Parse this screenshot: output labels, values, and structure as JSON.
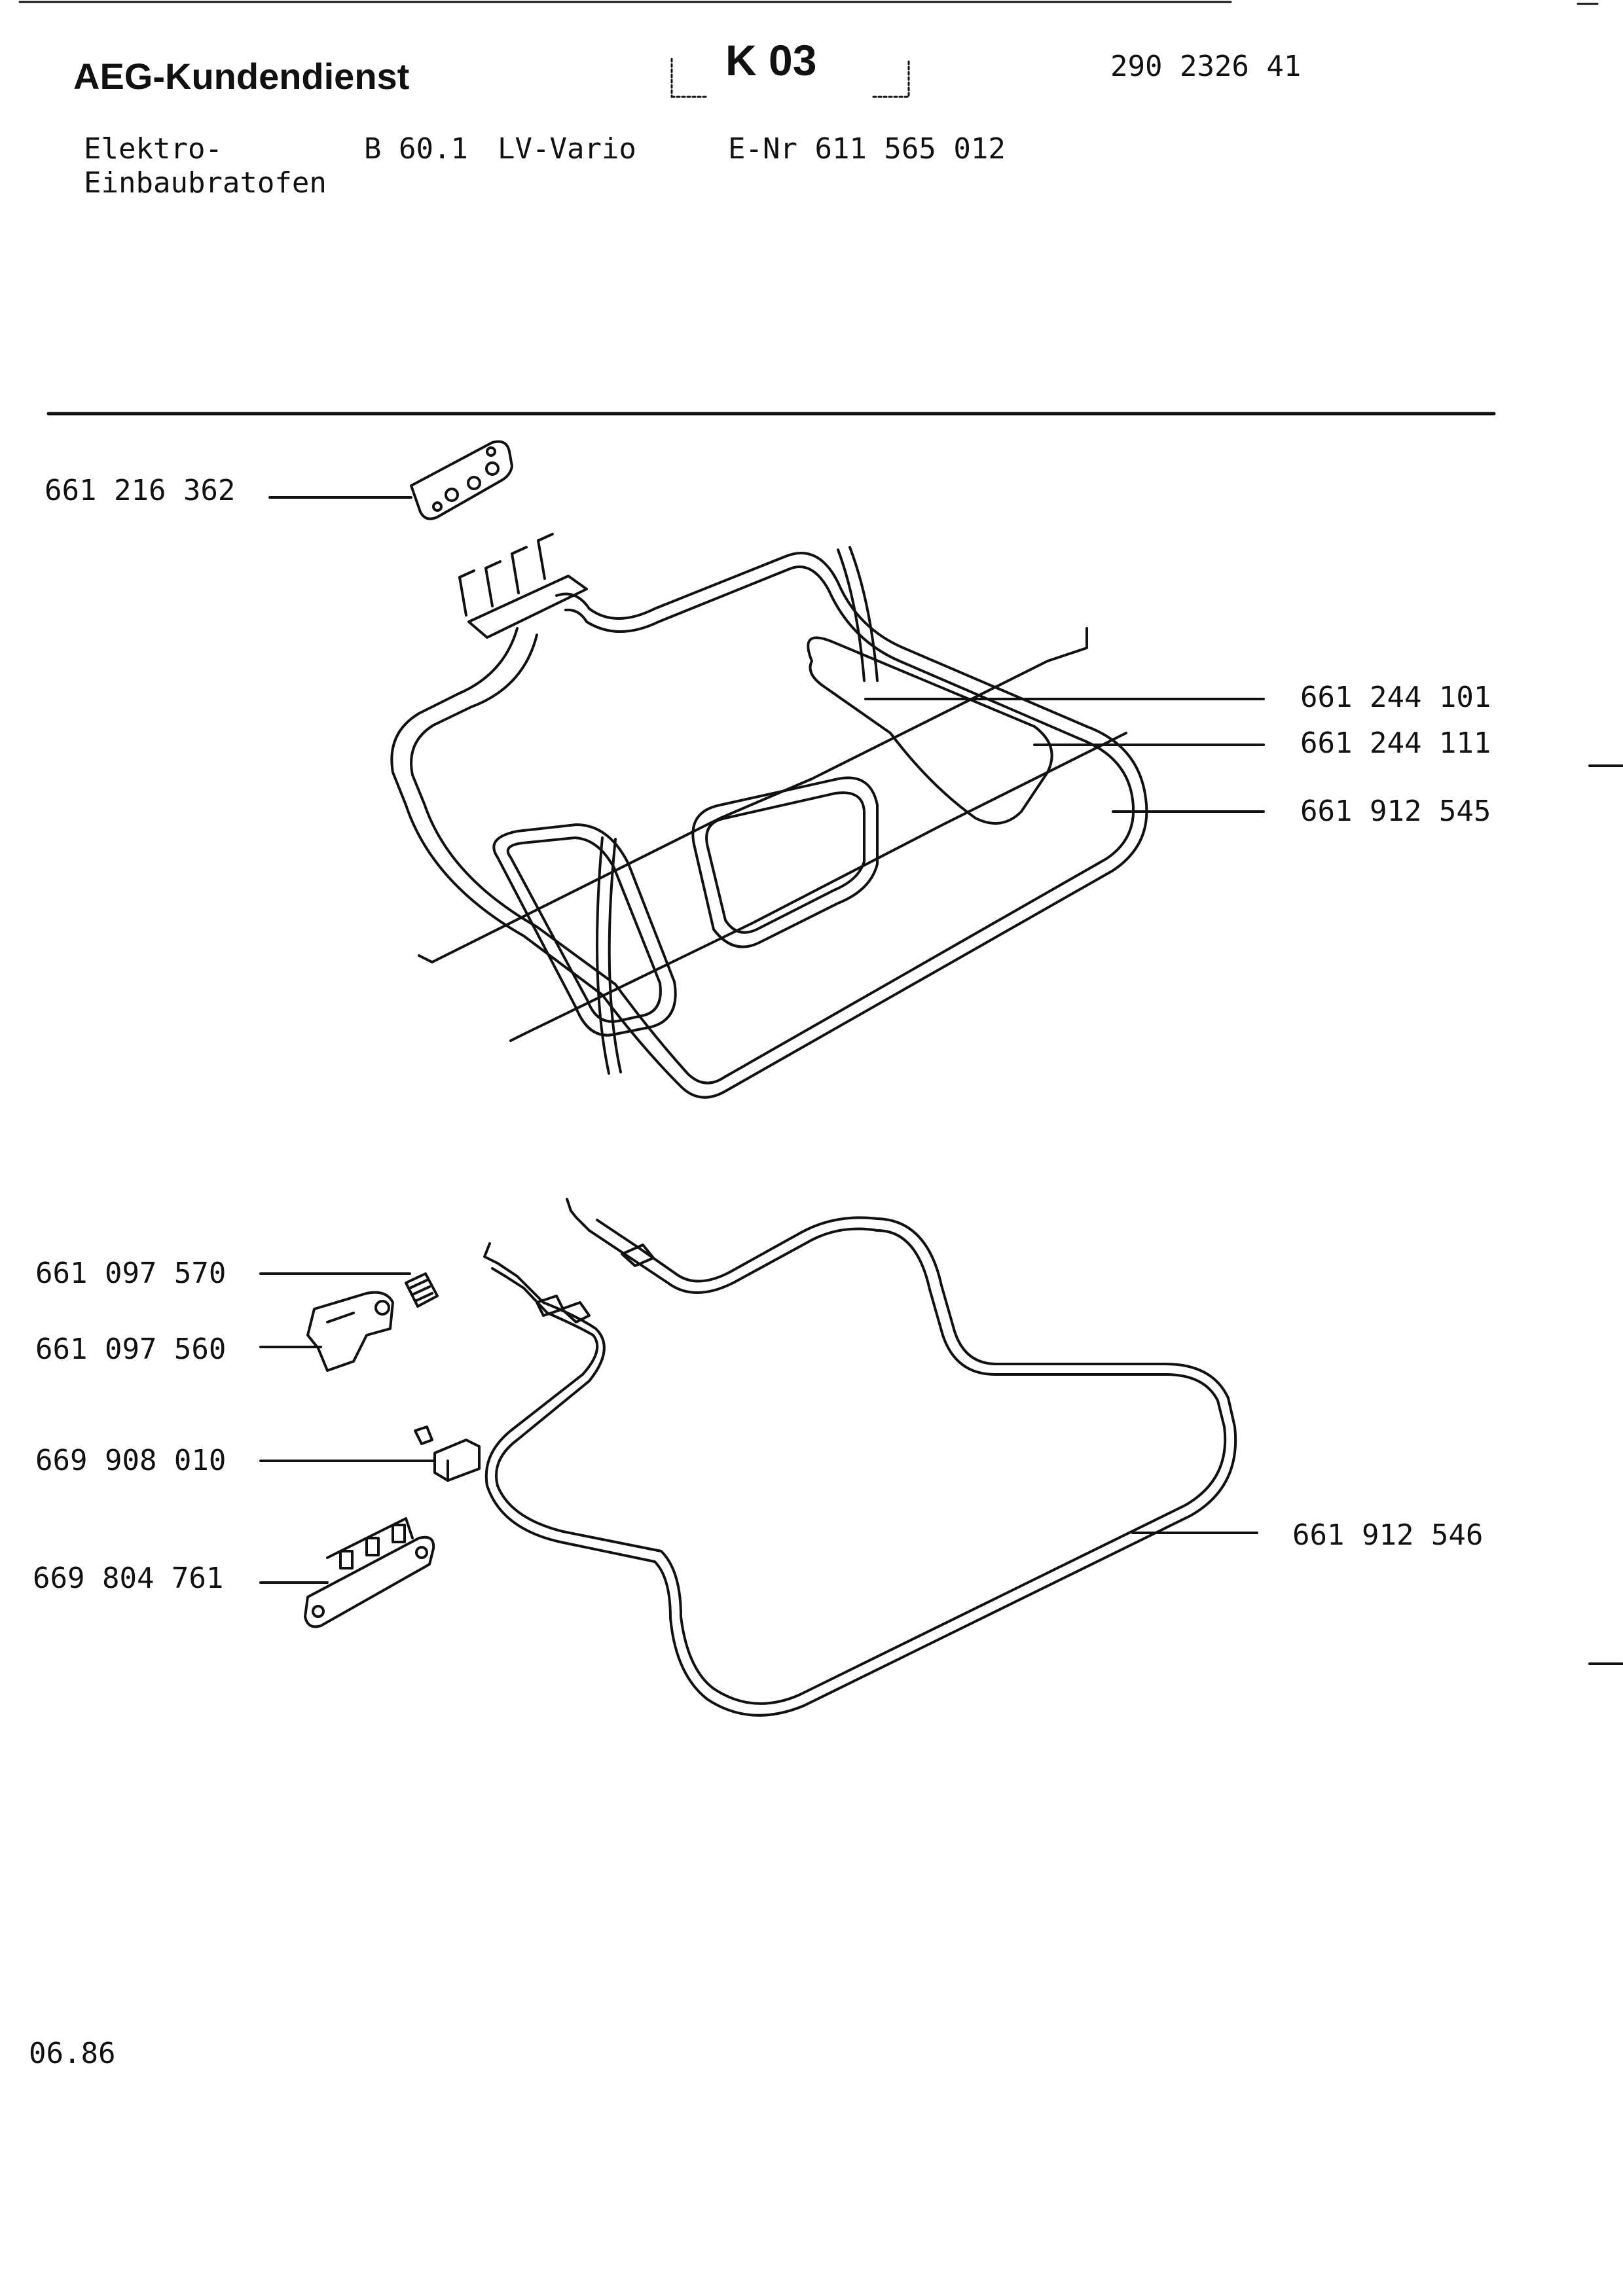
{
  "header": {
    "brand": "AEG-Kundendienst",
    "code": "K 03",
    "document_number": "290 2326 41"
  },
  "product": {
    "category_line1": "Elektro-",
    "category_line2": "Einbaubratofen",
    "model": "B 60.1",
    "variant": "LV-Vario",
    "e_number": "E-Nr 611 565 012"
  },
  "parts_top": {
    "part_1": "661 216 362",
    "part_2": "661 244 101",
    "part_3": "661 244 111",
    "part_4": "661 912 545"
  },
  "parts_bottom": {
    "part_1": "661 097 570",
    "part_2": "661 097 560",
    "part_3": "669 908 010",
    "part_4": "669 804 761",
    "part_5": "661 912 546"
  },
  "footer": {
    "date": "06.86"
  },
  "colors": {
    "ink": "#111111",
    "paper": "#ffffff"
  }
}
